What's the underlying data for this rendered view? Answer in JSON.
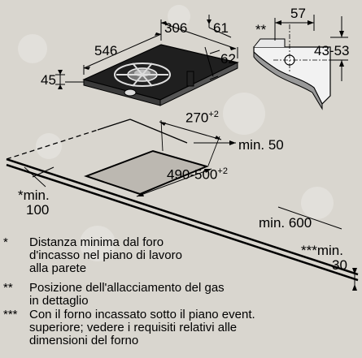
{
  "dimensions": {
    "d546": "546",
    "d306": "306",
    "d61": "61",
    "d62": "62",
    "d45": "45",
    "d57": "57",
    "d43_53": "43-53",
    "star2": "**",
    "d270": "270",
    "d270_sup": "+2",
    "min50": "min. 50",
    "d490": "490-500",
    "d490_sup": "+2",
    "min100_a": "*min.",
    "min100_b": "100",
    "min600": "min. 600",
    "min30_a": "***min.",
    "min30_b": "30"
  },
  "notes": [
    {
      "marker": "*",
      "lines": [
        "Distanza minima dal foro",
        "d'incasso nel piano di lavoro",
        "alla parete"
      ]
    },
    {
      "marker": "**",
      "lines": [
        "Posizione dell'allacciamento del gas",
        "in dettaglio"
      ]
    },
    {
      "marker": "***",
      "lines": [
        "Con il forno incassato sotto il piano event.",
        "superiore; vedere i requisiti relativi alle",
        "dimensioni del forno"
      ]
    }
  ],
  "colors": {
    "background": "#d9d6cf",
    "ink": "#000000",
    "hob": "#2a2a2a"
  }
}
